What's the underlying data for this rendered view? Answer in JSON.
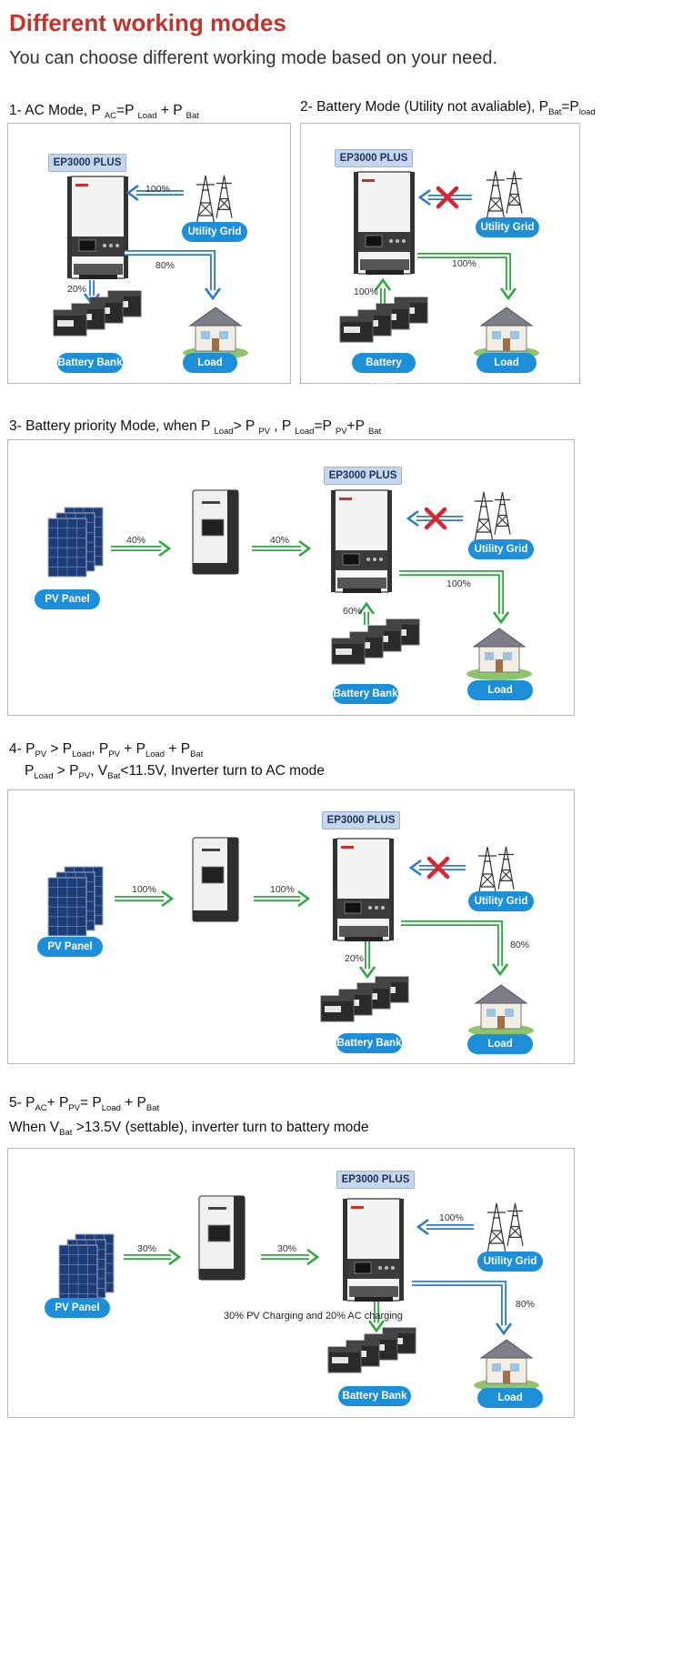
{
  "header": {
    "title": "Different working modes",
    "subtitle": "You can choose different working mode based on your need."
  },
  "labels": {
    "model": "EP3000 PLUS",
    "utility_grid": "Utility Grid",
    "battery_bank": "Battery Bank",
    "load": "Load",
    "pv_panel": "PV Panel"
  },
  "modes": [
    {
      "heading": [
        {
          "t": "1- AC Mode, P "
        },
        {
          "sub": "AC"
        },
        {
          "t": "=P "
        },
        {
          "sub": "Load"
        },
        {
          "t": " + P "
        },
        {
          "sub": "Bat"
        }
      ],
      "pct": {
        "grid": "100%",
        "load": "80%",
        "battery": "20%"
      }
    },
    {
      "heading": [
        {
          "t": "2- Battery Mode (Utility not avaliable), P"
        },
        {
          "sub": "Bat"
        },
        {
          "t": "=P"
        },
        {
          "sub": "load"
        }
      ],
      "pct": {
        "battery": "100%",
        "load": "100%"
      }
    },
    {
      "heading": [
        {
          "t": "3- Battery priority Mode, when P "
        },
        {
          "sub": "Load"
        },
        {
          "t": "> P "
        },
        {
          "sub": "PV"
        },
        {
          "t": " , P "
        },
        {
          "sub": "Load"
        },
        {
          "t": "=P "
        },
        {
          "sub": "PV"
        },
        {
          "t": "+P "
        },
        {
          "sub": "Bat"
        }
      ],
      "pct": {
        "pv": "40%",
        "controller": "40%",
        "load": "100%",
        "battery": "60%"
      }
    },
    {
      "heading": [
        {
          "t": "4- P"
        },
        {
          "sub": "PV"
        },
        {
          "t": " > P"
        },
        {
          "sub": "Load"
        },
        {
          "t": ", P"
        },
        {
          "sub": "PV"
        },
        {
          "t": " + P"
        },
        {
          "sub": "Load"
        },
        {
          "t": " + P"
        },
        {
          "sub": "Bat"
        }
      ],
      "heading2": [
        {
          "t": "P"
        },
        {
          "sub": "Load"
        },
        {
          "t": " > P"
        },
        {
          "sub": "PV"
        },
        {
          "t": ", V"
        },
        {
          "sub": "Bat"
        },
        {
          "t": "<11.5V, Inverter turn to AC mode"
        }
      ],
      "pct": {
        "pv": "100%",
        "controller": "100%",
        "load": "80%",
        "battery": "20%"
      }
    },
    {
      "heading": [
        {
          "t": "5- P"
        },
        {
          "sub": "AC"
        },
        {
          "t": "+ P"
        },
        {
          "sub": "PV"
        },
        {
          "t": "= P"
        },
        {
          "sub": "Load"
        },
        {
          "t": " + P"
        },
        {
          "sub": "Bat"
        }
      ],
      "heading2": [
        {
          "t": "When V"
        },
        {
          "sub": "Bat"
        },
        {
          "t": " >13.5V (settable), inverter turn to battery mode"
        }
      ],
      "pct": {
        "pv": "30%",
        "controller": "30%",
        "grid": "100%",
        "load": "80%"
      },
      "note": "30% PV Charging and  20% AC charging"
    }
  ],
  "colors": {
    "title": "#c8312a",
    "pill": "#1c8fd8",
    "blue_arrow": "#2a7cc7",
    "green_arrow": "#2cab3c",
    "cross": "#d6262f"
  },
  "icons": [
    "inverter-icon",
    "solar-controller-icon",
    "solar-panel-icon",
    "transmission-tower-icon",
    "battery-icon",
    "house-icon",
    "cross-icon"
  ]
}
